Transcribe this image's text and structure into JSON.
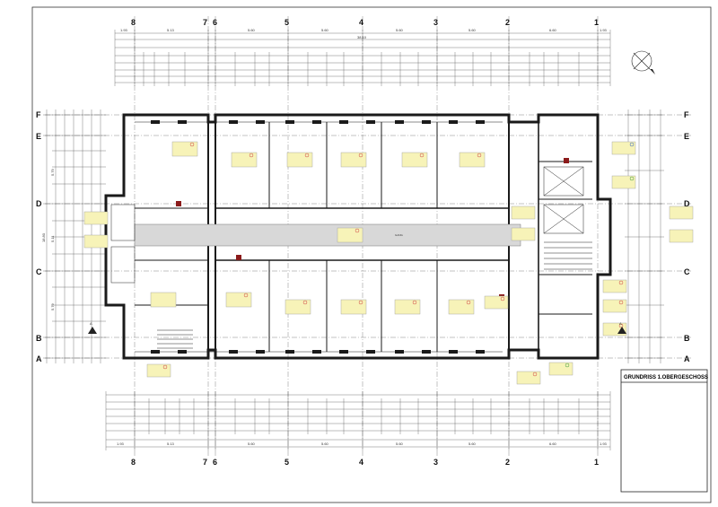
{
  "title_block": {
    "title": "GRUNDRISS 1.OBERGESCHOSS"
  },
  "grid": {
    "columns": [
      "8",
      "7",
      "6",
      "5",
      "4",
      "3",
      "2",
      "1"
    ],
    "rows": [
      "F",
      "E",
      "D",
      "C",
      "B",
      "A"
    ]
  },
  "dimensions": {
    "top_total": "38.10",
    "top_segments": [
      "1.93",
      "5.13",
      "5.60",
      "5.60",
      "5.60",
      "5.60",
      "6.60",
      "1.93"
    ],
    "bottom_segments": [
      "1.93",
      "5.13",
      "5.60",
      "5.60",
      "5.60",
      "5.60",
      "6.60",
      "1.93"
    ],
    "left_total": "18.80",
    "left_segments": [
      "5.79",
      "5.11",
      "5.79"
    ]
  },
  "labels": {
    "corridor": "GANG",
    "section_mark": "A"
  },
  "colors": {
    "wall": "#1a1a1a",
    "room_tag": "#f7f3b8",
    "corridor": "#d8d8d8",
    "door_marker": "#8b1a1a",
    "tag_circle_red": "#d04040",
    "tag_circle_blue": "#3060c0",
    "tag_circle_green": "#3a9a3a"
  }
}
